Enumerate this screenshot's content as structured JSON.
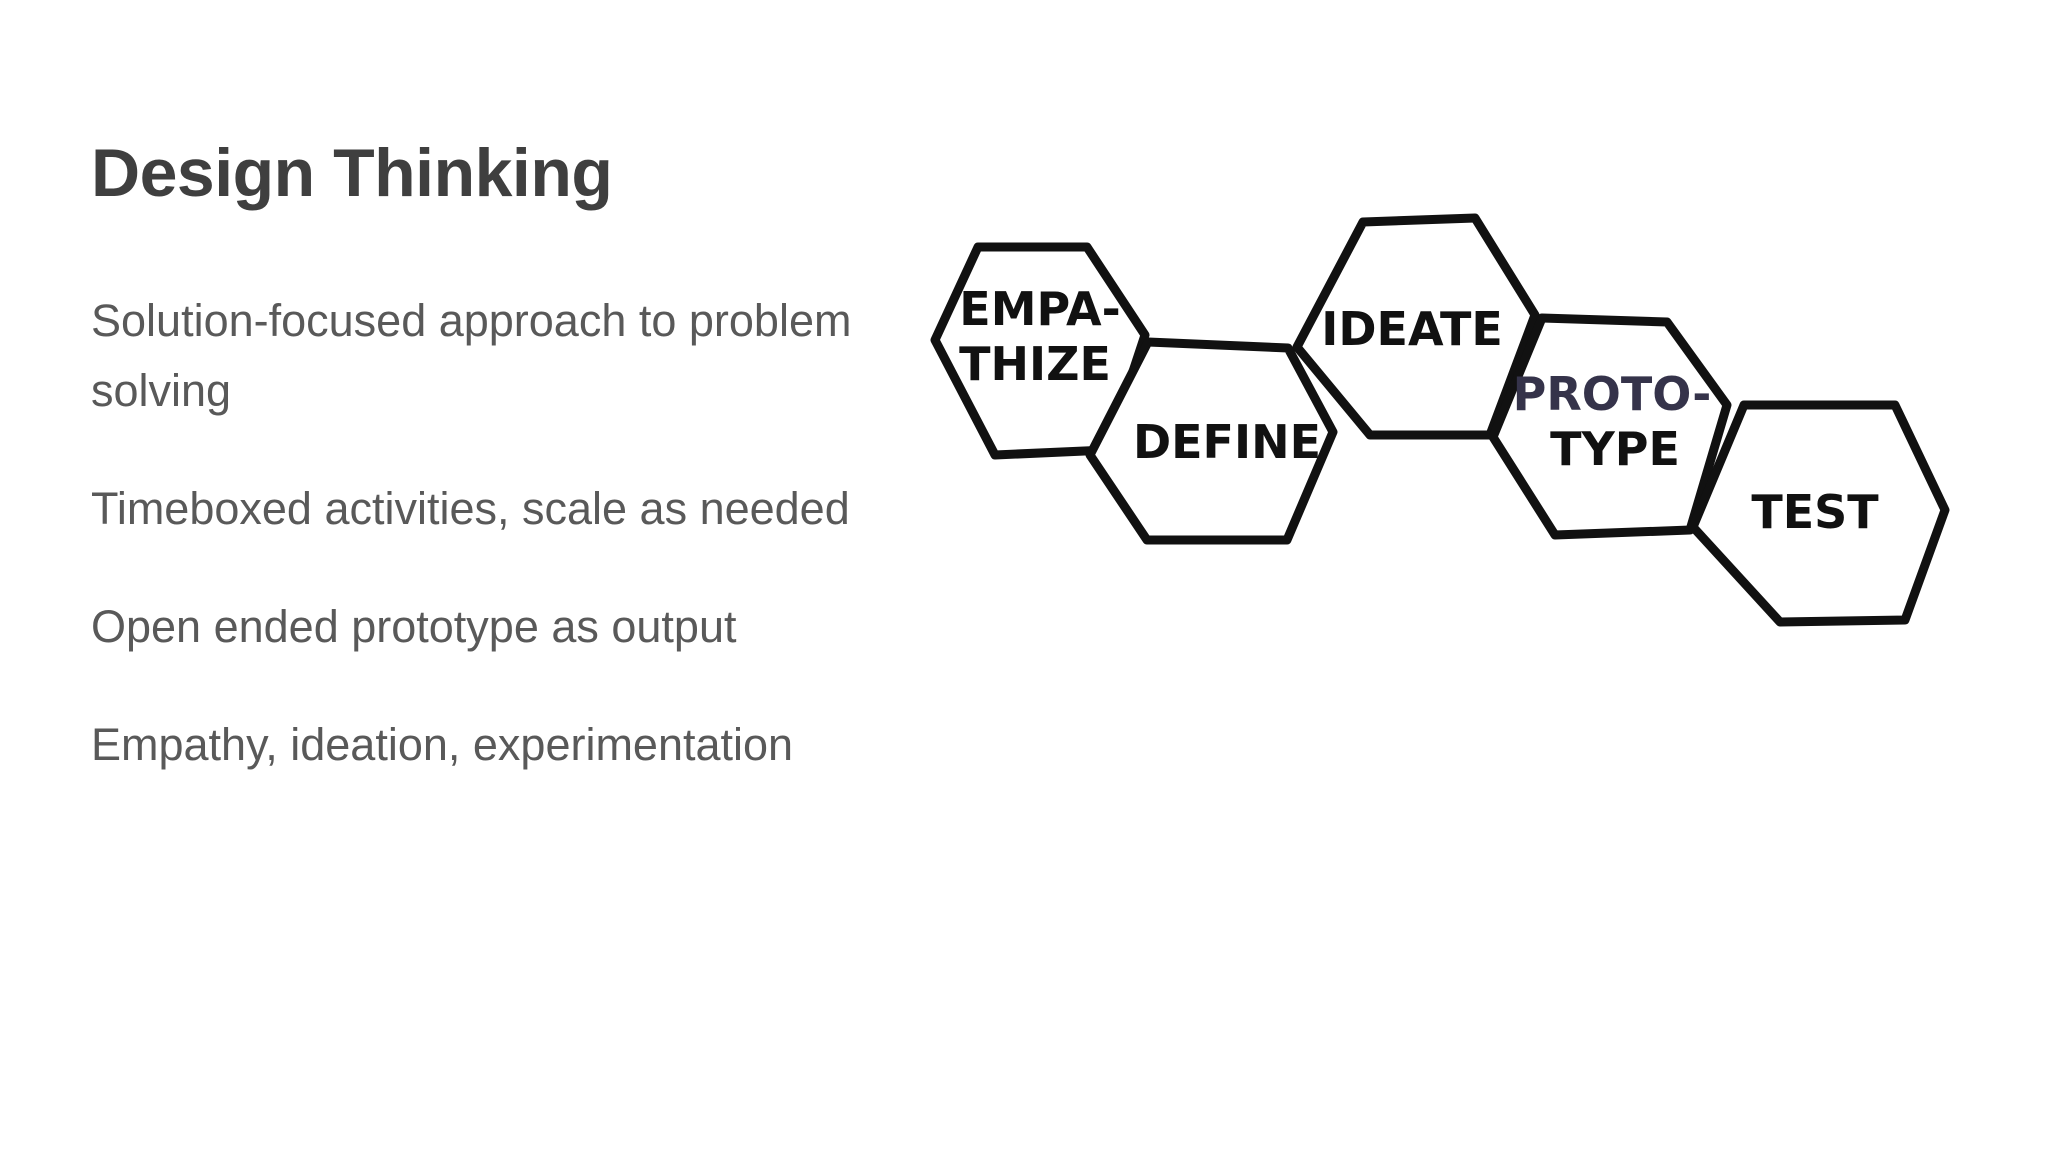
{
  "slide": {
    "title": "Design Thinking",
    "bullets": [
      "Solution-focused approach to problem solving",
      "Timeboxed activities, scale as needed",
      "Open ended prototype as output",
      "Empathy, ideation, experimentation"
    ]
  },
  "diagram": {
    "stages": [
      {
        "line1": "EMPA-",
        "line2": "THIZE"
      },
      {
        "line1": "DEFINE",
        "line2": ""
      },
      {
        "line1": "IDEATE",
        "line2": ""
      },
      {
        "line1": "PROTO-",
        "line2": "TYPE"
      },
      {
        "line1": "TEST",
        "line2": ""
      }
    ],
    "stroke_color": "#111111",
    "style": "hand-drawn hexagon chain"
  },
  "colors": {
    "title": "#3f3f3f",
    "body": "#595959",
    "background": "#ffffff"
  }
}
